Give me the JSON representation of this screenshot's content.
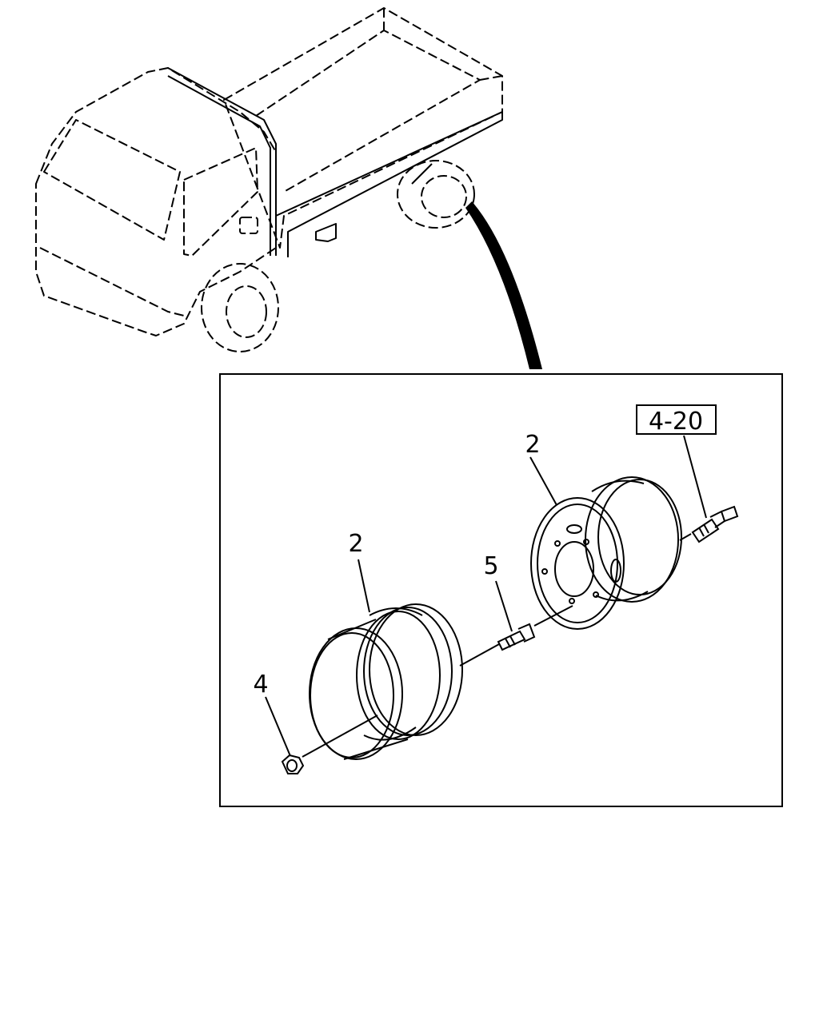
{
  "callouts": {
    "rim_front": "2",
    "rim_rear": "2",
    "nut": "4",
    "bolt": "5"
  },
  "reference": {
    "label": "4-20"
  }
}
